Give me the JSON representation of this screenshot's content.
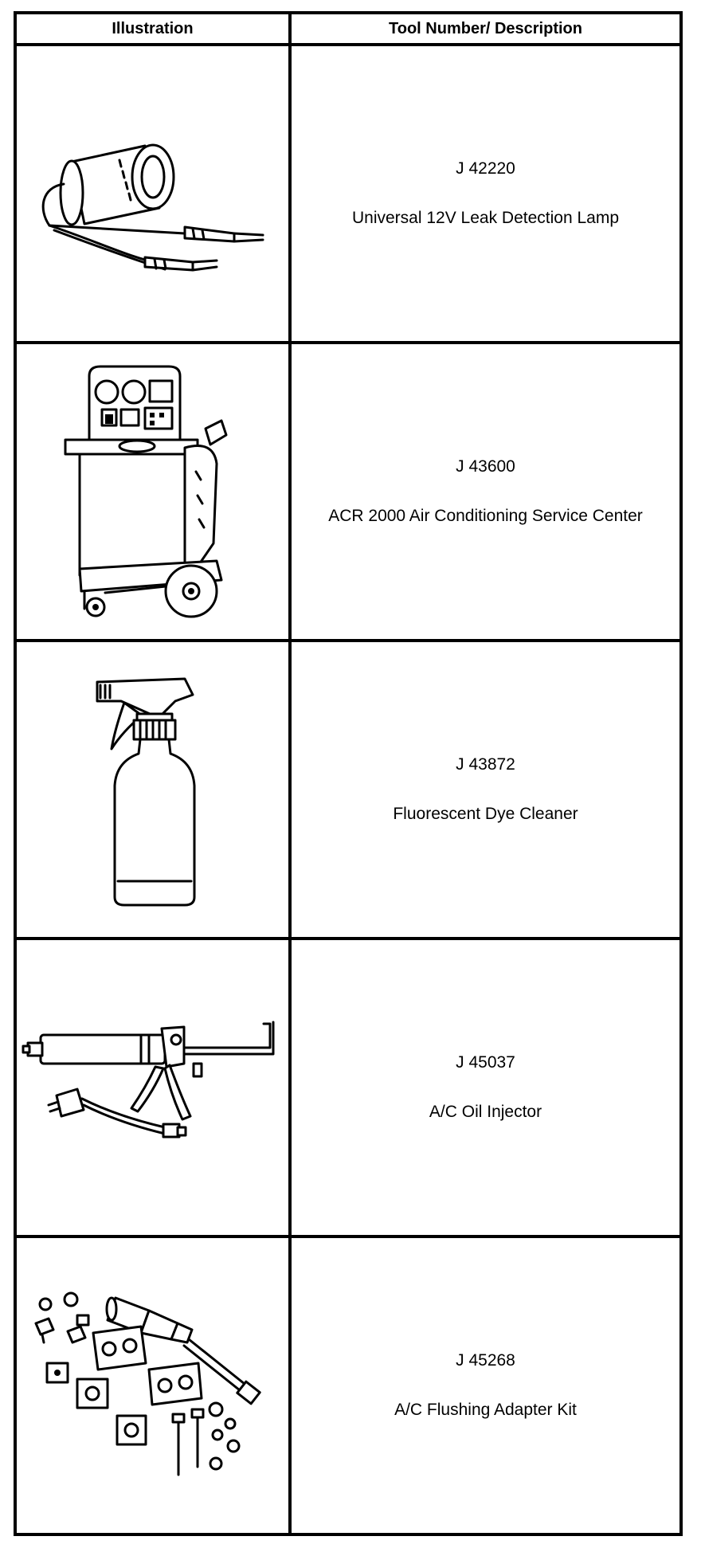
{
  "headers": {
    "illustration": "Illustration",
    "tool_number_description": "Tool Number/ Description"
  },
  "tools": [
    {
      "number": "J 42220",
      "description": "Universal 12V Leak Detection Lamp",
      "icon": "leak-detection-lamp-icon"
    },
    {
      "number": "J 43600",
      "description": "ACR 2000 Air Conditioning Service Center",
      "icon": "service-center-cart-icon"
    },
    {
      "number": "J 43872",
      "description": "Fluorescent Dye Cleaner",
      "icon": "spray-bottle-icon"
    },
    {
      "number": "J 45037",
      "description": "A/C Oil Injector",
      "icon": "oil-injector-gun-icon"
    },
    {
      "number": "J 45268",
      "description": "A/C Flushing Adapter Kit",
      "icon": "flushing-adapter-kit-icon"
    }
  ]
}
